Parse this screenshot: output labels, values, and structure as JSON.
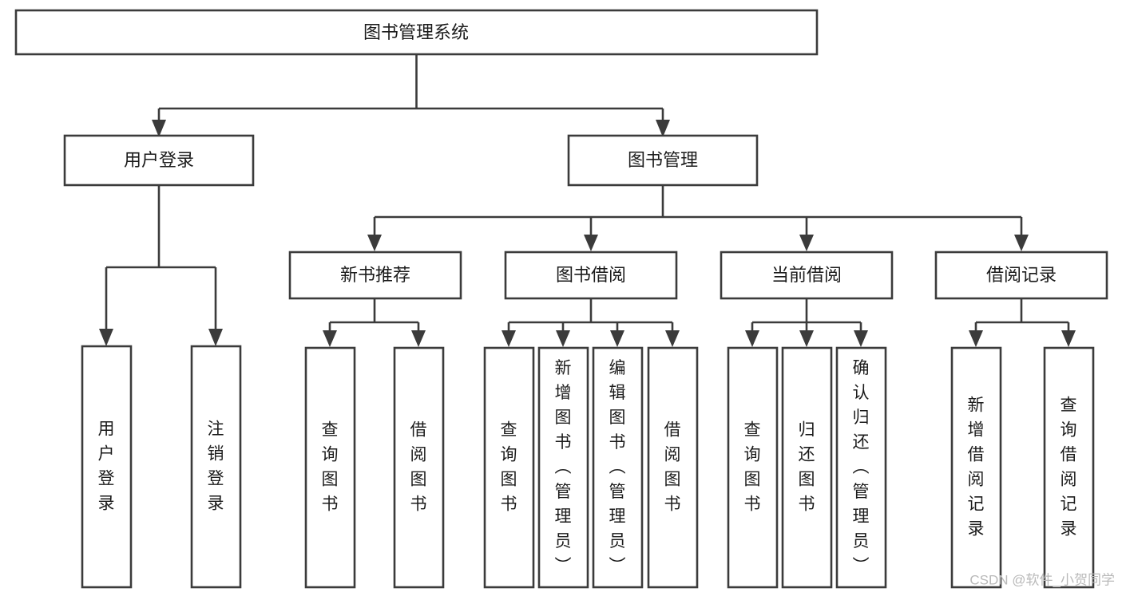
{
  "diagram": {
    "title": "图书管理系统",
    "type": "tree-hierarchy",
    "orientation": "top-down",
    "colors": {
      "box_stroke": "#3b3b3b",
      "box_fill": "#ffffff",
      "connector": "#3b3b3b",
      "text": "#1b1b1b",
      "background": "#ffffff",
      "watermark": "#b9b9b9"
    },
    "root": {
      "label": "图书管理系统"
    },
    "level2": [
      {
        "label": "用户登录"
      },
      {
        "label": "图书管理"
      }
    ],
    "level3": [
      {
        "label": "新书推荐"
      },
      {
        "label": "图书借阅"
      },
      {
        "label": "当前借阅"
      },
      {
        "label": "借阅记录"
      }
    ],
    "leaves": {
      "user_login": [
        {
          "label": "用户登录"
        },
        {
          "label": "注销登录"
        }
      ],
      "new_book_recommend": [
        {
          "label": "查询图书"
        },
        {
          "label": "借阅图书"
        }
      ],
      "book_borrow": [
        {
          "label": "查询图书"
        },
        {
          "label": "新增图书（管理员）"
        },
        {
          "label": "编辑图书（管理员）"
        },
        {
          "label": "借阅图书"
        }
      ],
      "current_borrow": [
        {
          "label": "查询图书"
        },
        {
          "label": "归还图书"
        },
        {
          "label": "确认归还（管理员）"
        }
      ],
      "borrow_record": [
        {
          "label": "新增借阅记录"
        },
        {
          "label": "查询借阅记录"
        }
      ]
    },
    "watermark": "CSDN @软件_小贺同学"
  }
}
